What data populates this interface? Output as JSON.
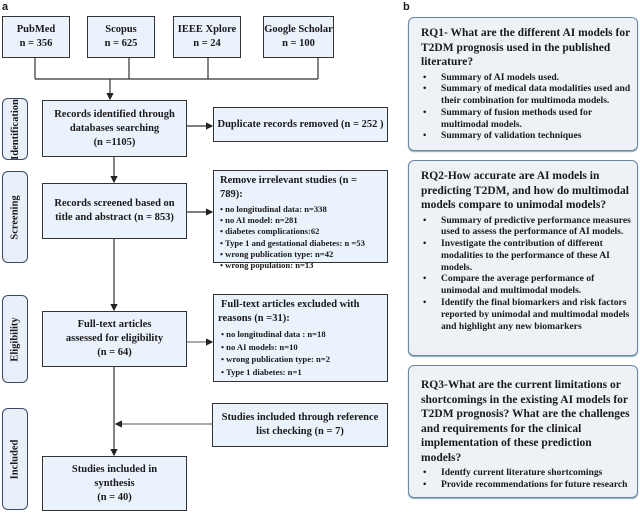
{
  "panel_a": {
    "label": "a",
    "sources": [
      {
        "name": "PubMed",
        "count": "n = 356"
      },
      {
        "name": "Scopus",
        "count": "n = 625"
      },
      {
        "name": "IEEE Xplore",
        "count": "n = 24"
      },
      {
        "name": "Google Scholar",
        "count": "n = 100"
      }
    ],
    "stages": [
      "Identification",
      "Screening",
      "Eligibility",
      "Included"
    ],
    "identified": {
      "line1": "Records identified through",
      "line2": "databases searching",
      "line3": "(n =1105)"
    },
    "duplicates": "Duplicate records removed  (n = 252 )",
    "screened": {
      "line1": "Records screened based on",
      "line2": "title and abstract (n = 853)"
    },
    "irrelevant": {
      "title": "Remove irrelevant studies (n = 789):",
      "items": [
        "no longitudinal data: n=338",
        "no AI model: n=281",
        "diabetes complications:62",
        "Type 1 and gestational diabetes: n =53",
        "wrong publication type: n=42",
        "wrong population: n=13"
      ]
    },
    "fulltext": {
      "line1": "Full-text articles",
      "line2": "assessed for eligibility",
      "line3": "(n = 64)"
    },
    "excluded": {
      "title1": "Full-text articles excluded with",
      "title2": "reasons (n =31):",
      "items": [
        "no longitudinal data : n=18",
        "no  AI models: n=10",
        "wrong publication type: n=2",
        "Type 1 diabetes: n=1"
      ]
    },
    "reference": {
      "line1": "Studies included through reference",
      "line2": "list checking (n = 7)"
    },
    "included": {
      "line1": "Studies included in",
      "line2": "synthesis",
      "line3": "(n = 40)"
    }
  },
  "panel_b": {
    "label": "b",
    "questions": [
      {
        "question": "RQ1- What are the different AI models for T2DM prognosis used in the published literature?",
        "items": [
          "Summary of AI models used.",
          "Summary of medical data modalities used and their combination for multimoda  models.",
          "Summary of fusion methods used for multimodal models.",
          "Summary of validation techniques"
        ]
      },
      {
        "question": "RQ2-How accurate are AI models in predicting T2DM, and how do multimodal models compare to unimodal models?",
        "items": [
          "Summary of predictive performance measures used to assess the performance of AI models.",
          "Investigate the contribution of different modalities to the performance of these AI models.",
          "Compare the average performance of unimodal and multimodal models.",
          "Identify the final biomarkers and risk factors reported by unimodal and multimodal  models and highlight any new biomarkers"
        ]
      },
      {
        "question": "RQ3-What are the current limitations or shortcomings in the existing AI models for T2DM prognosis? What are the challenges and requirements for the clinical implementation of these prediction models?",
        "items": [
          "Identfy current literature shortcomings",
          " Provide recommendations for future research"
        ]
      }
    ]
  }
}
